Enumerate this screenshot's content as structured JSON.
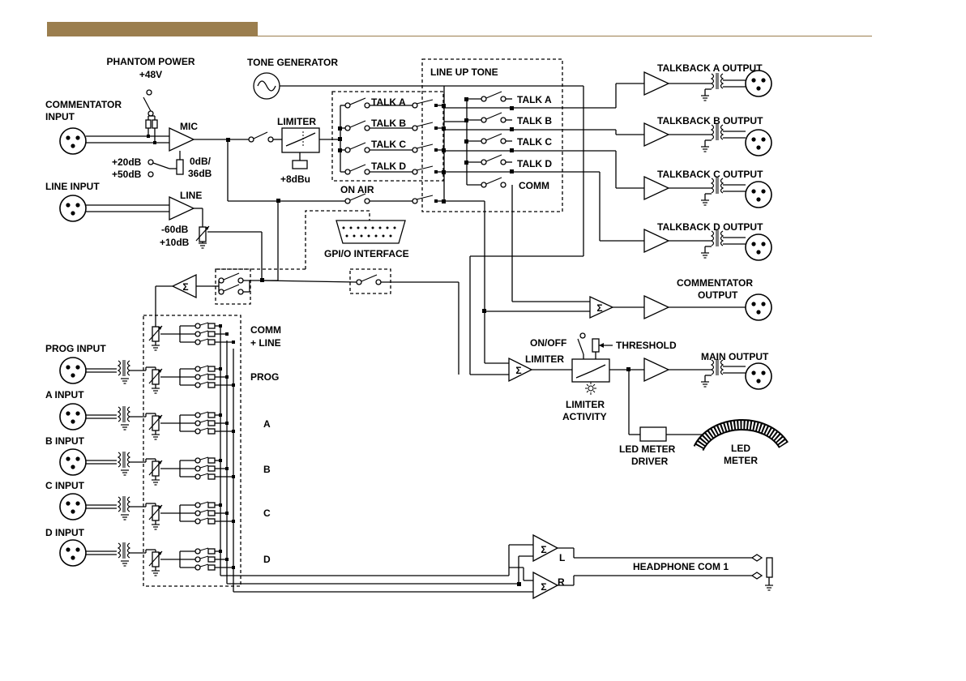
{
  "theme": {
    "accent": "#9b7e4e",
    "line": "#000000"
  },
  "labels": {
    "phantom_power": "PHANTOM POWER",
    "plus48v": "+48V",
    "tone_generator": "TONE GENERATOR",
    "line_up_tone": "LINE UP TONE",
    "commentator_input_1": "COMMENTATOR",
    "commentator_input_2": "INPUT",
    "mic": "MIC",
    "limiter": "LIMITER",
    "plus8dbu": "+8dBu",
    "gain_20": "+20dB",
    "gain_50": "+50dB",
    "gain_0db": "0dB/",
    "gain_36db": "36dB",
    "line_input": "LINE INPUT",
    "line": "LINE",
    "minus60": "-60dB",
    "plus10": "+10dB",
    "talk_a": "TALK A",
    "talk_b": "TALK B",
    "talk_c": "TALK C",
    "talk_d": "TALK D",
    "comm": "COMM",
    "on_air": "ON AIR",
    "gpio": "GPI/O INTERFACE",
    "tb_a": "TALKBACK A OUTPUT",
    "tb_b": "TALKBACK B OUTPUT",
    "tb_c": "TALKBACK C OUTPUT",
    "tb_d": "TALKBACK D OUTPUT",
    "comm_out_1": "COMMENTATOR",
    "comm_out_2": "OUTPUT",
    "on_off": "ON/OFF",
    "threshold": "THRESHOLD",
    "limiter2": "LIMITER",
    "main_output": "MAIN OUTPUT",
    "lim_act_1": "LIMITER",
    "lim_act_2": "ACTIVITY",
    "led_driver_1": "LED METER",
    "led_driver_2": "DRIVER",
    "led_meter_1": "LED",
    "led_meter_2": "METER",
    "comm_line_1": "COMM",
    "comm_line_2": "+ LINE",
    "prog": "PROG",
    "ch_a": "A",
    "ch_b": "B",
    "ch_c": "C",
    "ch_d": "D",
    "prog_input": "PROG INPUT",
    "a_input": "A INPUT",
    "b_input": "B INPUT",
    "c_input": "C INPUT",
    "d_input": "D INPUT",
    "headphone": "HEADPHONE COM 1",
    "hp_l": "L",
    "hp_r": "R",
    "sigma": "Σ"
  }
}
